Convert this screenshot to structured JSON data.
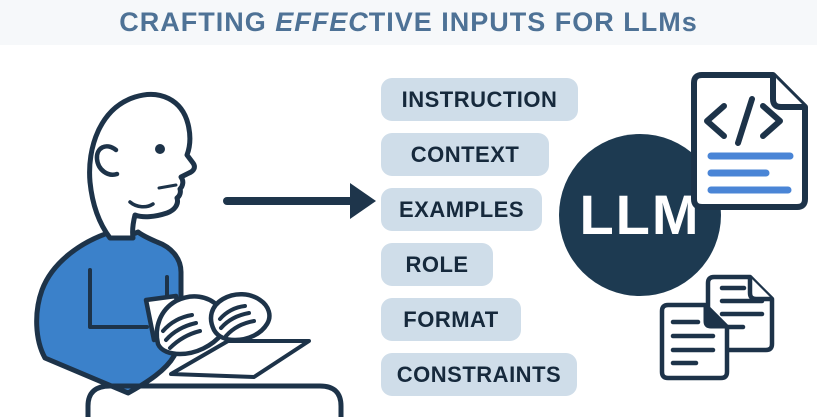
{
  "title": {
    "prefix": "CRAFTING ",
    "italic": "EFFEC",
    "suffix": "TIVE INPUTS FOR LLMs"
  },
  "prompt_components": [
    "INSTRUCTION",
    "CONTEXT",
    "EXAMPLES",
    "ROLE",
    "FORMAT",
    "CONSTRAINTS"
  ],
  "llm": {
    "label": "LLM"
  },
  "icons": {
    "person": "person-typing-illustration",
    "arrow": "right-arrow-icon",
    "code_document": "code-document-icon",
    "documents": "documents-stack-icon"
  },
  "colors": {
    "title_text": "#4e7296",
    "box_fill": "#cfdde9",
    "box_text": "#16293c",
    "outline_navy": "#1d3349",
    "circle_navy": "#1d3a51",
    "shirt_blue": "#3b81ca",
    "doc_line_blue": "#4a85d6",
    "top_band": "#f6f8fa"
  }
}
